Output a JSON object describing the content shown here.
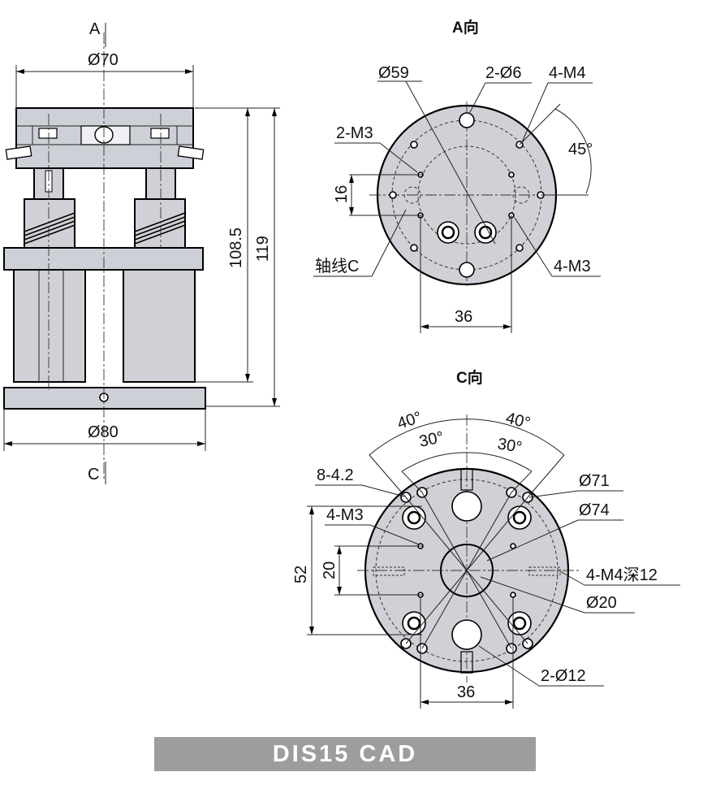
{
  "side_view": {
    "view_mark_top": "A",
    "view_mark_bottom": "C",
    "top_diameter": "Ø70",
    "bottom_diameter": "Ø80",
    "height_inner": "108.5",
    "height_outer": "119"
  },
  "view_a": {
    "title": "A向",
    "d59": "Ø59",
    "holes_2_d6": "2-Ø6",
    "holes_4_m4": "4-M4",
    "holes_2_m3": "2-M3",
    "angle_45": "45°",
    "dim_16": "16",
    "axis_c": "轴线C",
    "holes_4_m3": "4-M3",
    "dim_36": "36"
  },
  "view_c": {
    "title": "C向",
    "angle_40_left": "40°",
    "angle_40_right": "40°",
    "angle_30_left": "30°",
    "angle_30_right": "30°",
    "holes_8_42": "8-4.2",
    "d71": "Ø71",
    "holes_4_m3": "4-M3",
    "d74": "Ø74",
    "dim_52": "52",
    "dim_20": "20",
    "holes_4_m4_deep": "4-M4深12",
    "d20": "Ø20",
    "holes_2_d12": "2-Ø12",
    "dim_36": "36"
  },
  "banner": {
    "text": "DIS15  CAD"
  },
  "colors": {
    "body_fill": "#cfd1d6",
    "banner_bg": "#9d9d9d",
    "line": "#000000"
  }
}
